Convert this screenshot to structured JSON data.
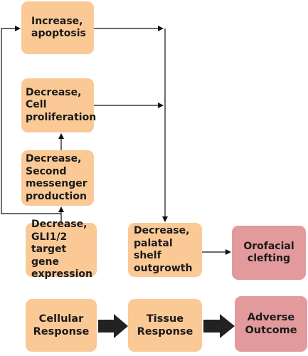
{
  "diagram": {
    "nodes": {
      "apoptosis": "Increase,\napoptosis",
      "proliferation": "Decrease,\nCell\nproliferation",
      "second_messenger": "Decrease,\nSecond\nmessenger\nproduction",
      "gli_target": "Decrease,\nGLI1/2\ntarget gene\nexpression",
      "palatal_shelf": "Decrease,\npalatal shelf\noutgrowth",
      "orofacial_clefting": "Orofacial\nclefting"
    },
    "legend": {
      "cellular": "Cellular\nResponse",
      "tissue": "Tissue\nResponse",
      "adverse": "Adverse\nOutcome"
    },
    "colors": {
      "event_fill": "#fac996",
      "outcome_fill": "#e39a9c",
      "line": "#111111",
      "legend_arrow": "#222222"
    }
  }
}
